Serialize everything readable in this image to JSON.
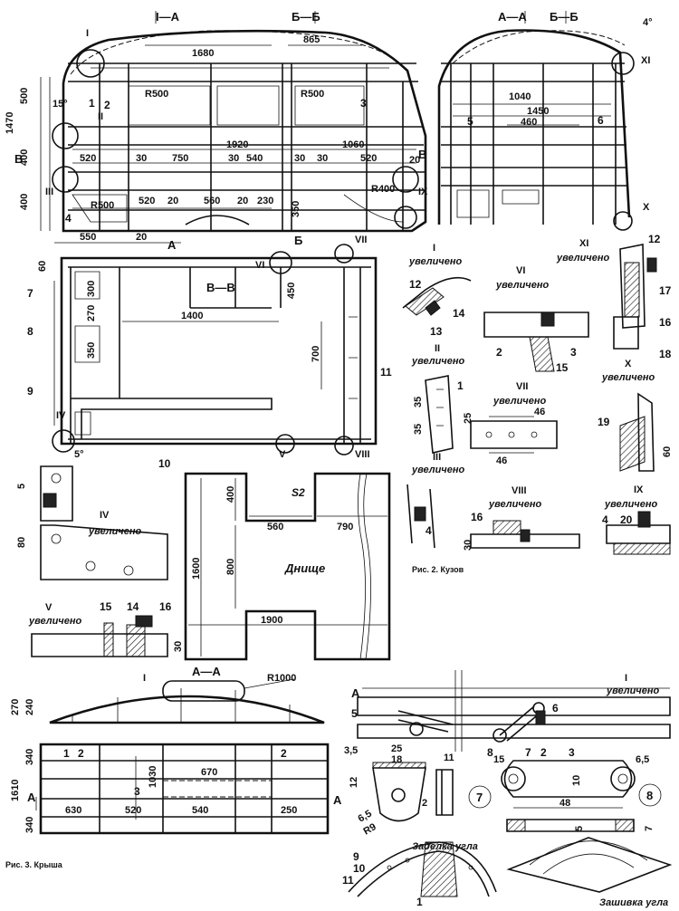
{
  "dims": {
    "fig2": {
      "top": [
        "1680",
        "865",
        "1920",
        "1060",
        "520",
        "30",
        "750",
        "30",
        "540",
        "30",
        "30",
        "520",
        "520",
        "20",
        "560",
        "20",
        "230",
        "550",
        "20",
        "20"
      ],
      "left_vertical": [
        "500",
        "1470",
        "400",
        "400",
        "350"
      ],
      "section_aa": [
        "1040",
        "1450",
        "460"
      ],
      "plan": [
        "1400",
        "300",
        "270",
        "350",
        "450",
        "700",
        "60"
      ]
    },
    "bottom": [
      "400",
      "1600",
      "800",
      "560",
      "790",
      "1900"
    ],
    "details": [
      "35",
      "35",
      "25",
      "46",
      "46",
      "30",
      "80",
      "5",
      "30",
      "30",
      "60"
    ],
    "fig3": [
      "270",
      "240",
      "340",
      "1610",
      "340",
      "1030",
      "670",
      "630",
      "520",
      "540",
      "250"
    ],
    "parts": [
      "3,5",
      "25",
      "18",
      "11",
      "12",
      "6,5",
      "2",
      "R9",
      "15",
      "6,5",
      "10",
      "48",
      "5",
      "7"
    ],
    "angles": [
      "15°",
      "5°",
      "4°"
    ],
    "radii": [
      "R500",
      "R500",
      "R500",
      "R400",
      "R1000"
    ]
  },
  "labels": {
    "section_I_A": "I—A",
    "section_B_B_top": "Б—Б",
    "section_A_A": "А—А",
    "section_BB": "Б—Б",
    "view_B_B": "В—В",
    "mark_B_left": "В",
    "mark_B_right": "В",
    "mark_A": "А",
    "mark_B2": "Б",
    "bottom_title": "Днище",
    "fig2_caption": "Рис. 2. Кузов",
    "fig3_caption": "Рис. 3. Крыша",
    "zadelka": "Заделка угла",
    "zashivka": "Зашивка угла",
    "roof_section": "А—А",
    "roof_mark_A1": "А",
    "roof_mark_A2": "А",
    "roof_I": "I",
    "roof_detail_I": "I",
    "roof_detail_I_sub": "увеличено"
  },
  "details": [
    {
      "roman": "I",
      "sub": "увеличено"
    },
    {
      "roman": "II",
      "sub": "увеличено"
    },
    {
      "roman": "III",
      "sub": "увеличено"
    },
    {
      "roman": "IV",
      "sub": "увеличено"
    },
    {
      "roman": "V",
      "sub": "увеличено"
    },
    {
      "roman": "VI",
      "sub": "увеличено"
    },
    {
      "roman": "VII",
      "sub": "увеличено"
    },
    {
      "roman": "VIII",
      "sub": "увеличено"
    },
    {
      "roman": "IX",
      "sub": "увеличено"
    },
    {
      "roman": "X",
      "sub": "увеличено"
    },
    {
      "roman": "XI",
      "sub": "увеличено"
    }
  ],
  "callouts": {
    "roman_marks": [
      "I",
      "II",
      "III",
      "IV",
      "V",
      "VI",
      "VII",
      "VIII",
      "IX",
      "X",
      "XI"
    ],
    "numbers": [
      "1",
      "2",
      "3",
      "4",
      "5",
      "6",
      "7",
      "8",
      "9",
      "10",
      "11",
      "12",
      "13",
      "14",
      "15",
      "16",
      "17",
      "18",
      "19",
      "20",
      "S2"
    ]
  }
}
